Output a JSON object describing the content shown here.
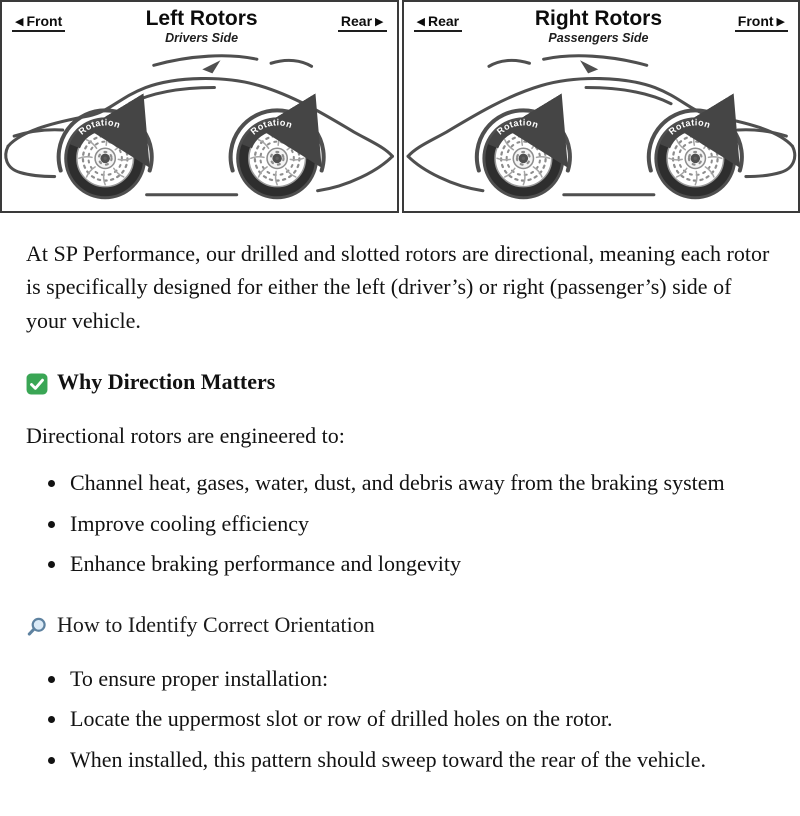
{
  "diagram": {
    "rotation_label": "Rotation",
    "left_panel": {
      "front_label": "Front",
      "rear_label": "Rear",
      "title": "Left Rotors",
      "subtitle": "Drivers Side"
    },
    "right_panel": {
      "rear_label": "Rear",
      "front_label": "Front",
      "title": "Right Rotors",
      "subtitle": "Passengers Side"
    }
  },
  "content": {
    "intro": "At SP Performance, our drilled and slotted rotors are directional, meaning each rotor is specifically designed for either the left (driver’s) or right (passenger’s) side of your vehicle.",
    "section1": {
      "icon": "check-mark",
      "title": "Why Direction Matters",
      "lead": "Directional rotors are engineered to:",
      "bullets": [
        "Channel heat, gases, water, dust, and debris away from the braking system",
        "Improve cooling efficiency",
        "Enhance braking performance and longevity"
      ]
    },
    "section2": {
      "icon": "magnifying-glass",
      "title": "How to Identify Correct Orientation",
      "bullets": [
        "To ensure proper installation:",
        "Locate the uppermost slot or row of drilled holes on the rotor.",
        "When installed, this pattern should sweep toward the rear of the vehicle."
      ]
    }
  },
  "icons": {
    "left_panel_front": "left-arrow",
    "left_panel_rear": "right-arrow",
    "right_panel_rear": "left-arrow",
    "right_panel_front": "right-arrow"
  },
  "colors": {
    "check_green": "#3aa655",
    "magnifier_blue": "#5e82a0",
    "diagram_line": "#4f4f4f"
  }
}
